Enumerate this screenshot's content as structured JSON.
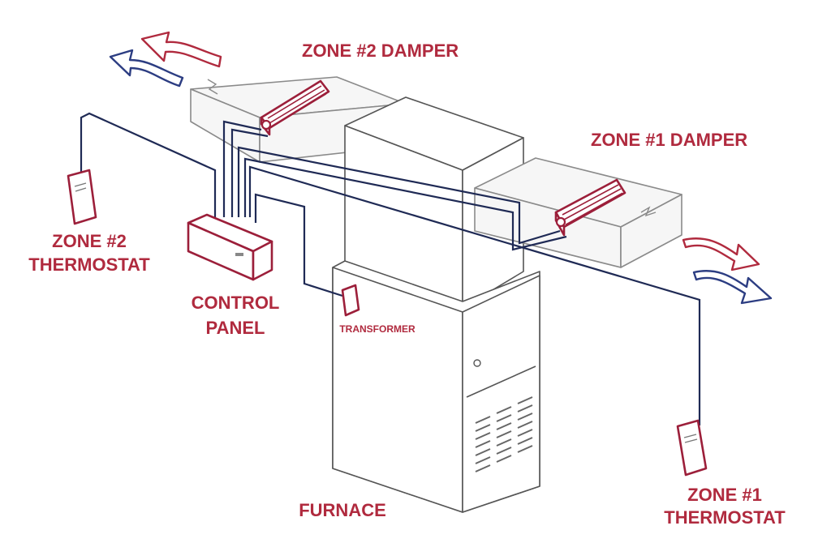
{
  "colors": {
    "label": "#b02a3e",
    "component_outline": "#9c1f3a",
    "wire": "#1f2a55",
    "duct_outline": "#8a8a8a",
    "cool_air_arrow": "#2c3d82",
    "warm_air_arrow": "#b02a3e"
  },
  "labels": {
    "zone2_damper": "ZONE #2 DAMPER",
    "zone1_damper": "ZONE #1 DAMPER",
    "zone2_thermostat_line1": "ZONE #2",
    "zone2_thermostat_line2": "THERMOSTAT",
    "control_panel_line1": "CONTROL",
    "control_panel_line2": "PANEL",
    "transformer": "TRANSFORMER",
    "furnace": "FURNACE",
    "zone1_thermostat_line1": "ZONE #1",
    "zone1_thermostat_line2": "THERMOSTAT"
  }
}
